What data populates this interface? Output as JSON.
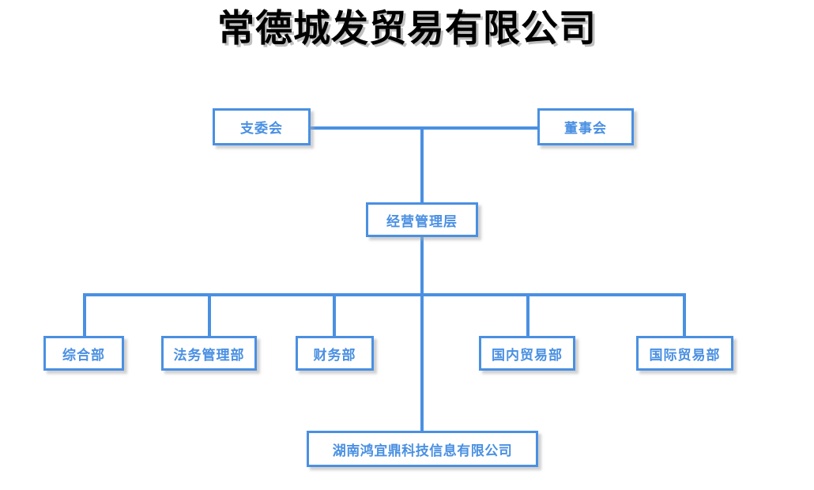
{
  "page": {
    "title": "常德城发贸易有限公司",
    "background_color": "#ffffff"
  },
  "theme": {
    "node_border_color": "#4a90e2",
    "node_text_color": "#4a90e2",
    "node_fill_color": "#ffffff",
    "connector_color": "#4a90e2",
    "title_text_color": "#000000",
    "shadow_color": "#aaaaaa"
  },
  "chart": {
    "type": "org-chart",
    "nodes": {
      "party_committee": {
        "label": "支委会",
        "level": 1
      },
      "board": {
        "label": "董事会",
        "level": 1
      },
      "management": {
        "label": "经营管理层",
        "level": 2
      },
      "dept_general": {
        "label": "综合部",
        "level": 3
      },
      "dept_legal": {
        "label": "法务管理部",
        "level": 3
      },
      "dept_finance": {
        "label": "财务部",
        "level": 3
      },
      "dept_domestic_trade": {
        "label": "国内贸易部",
        "level": 3
      },
      "dept_international_trade": {
        "label": "国际贸易部",
        "level": 3
      },
      "subsidiary": {
        "label": "湖南鸿宜鼎科技信息有限公司",
        "level": 4
      }
    },
    "departments": [
      "综合部",
      "法务管理部",
      "财务部",
      "国内贸易部",
      "国际贸易部"
    ],
    "edges": [
      {
        "from": "支委会",
        "to": "董事会"
      },
      {
        "from": "董事会",
        "to": "经营管理层"
      },
      {
        "from": "经营管理层",
        "to": "综合部"
      },
      {
        "from": "经营管理层",
        "to": "法务管理部"
      },
      {
        "from": "经营管理层",
        "to": "财务部"
      },
      {
        "from": "经营管理层",
        "to": "国内贸易部"
      },
      {
        "from": "经营管理层",
        "to": "国际贸易部"
      },
      {
        "from": "经营管理层",
        "to": "湖南鸿宜鼎科技信息有限公司"
      }
    ]
  }
}
